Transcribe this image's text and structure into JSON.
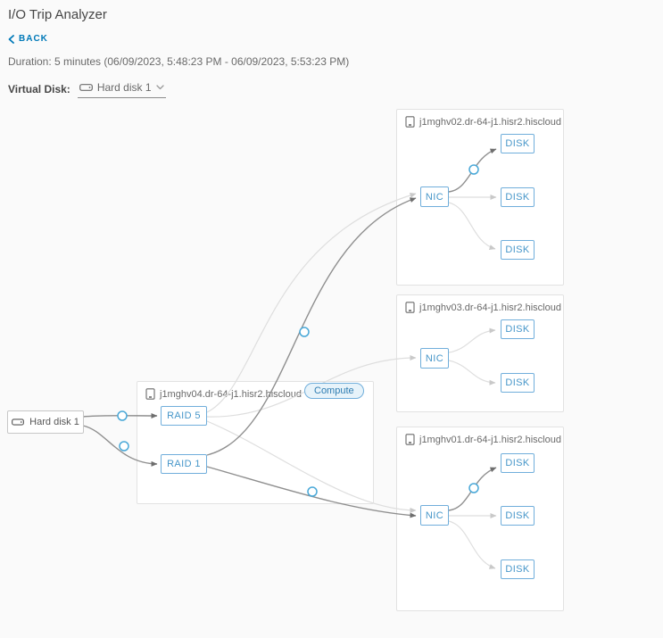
{
  "header": {
    "title": "I/O Trip Analyzer",
    "back_label": "BACK",
    "duration_text": "Duration: 5 minutes (06/09/2023, 5:48:23 PM - 06/09/2023, 5:53:23 PM)",
    "virtual_disk_label": "Virtual Disk:",
    "virtual_disk_selected": "Hard disk 1"
  },
  "diagram": {
    "source_node": "Hard disk 1",
    "hosts": [
      {
        "name": "j1mghv04.dr-64-j1.hisr2.hiscloud",
        "badge": "Compute",
        "raid_nodes": [
          "RAID 5",
          "RAID 1"
        ]
      },
      {
        "name": "j1mghv02.dr-64-j1.hisr2.hiscloud",
        "nic": "NIC",
        "disks": [
          "DISK",
          "DISK",
          "DISK"
        ]
      },
      {
        "name": "j1mghv03.dr-64-j1.hisr2.hiscloud",
        "nic": "NIC",
        "disks": [
          "DISK",
          "DISK"
        ]
      },
      {
        "name": "j1mghv01.dr-64-j1.hisr2.hiscloud",
        "nic": "NIC",
        "disks": [
          "DISK",
          "DISK",
          "DISK"
        ]
      }
    ]
  },
  "icons": {
    "back": "chevron-left-icon",
    "virtual_disk": "hard-disk-icon",
    "dropdown": "chevron-down-icon",
    "host": "host-icon",
    "latency_point": "latency-marker-circle"
  },
  "colors": {
    "accent_blue": "#0079b8",
    "node_border": "#70aedb",
    "node_text": "#4696c9",
    "edge_active": "#8f8f8f",
    "edge_inactive": "#dedede",
    "marker_stroke": "#49a8d8",
    "badge_bg": "#e7f3fa"
  }
}
